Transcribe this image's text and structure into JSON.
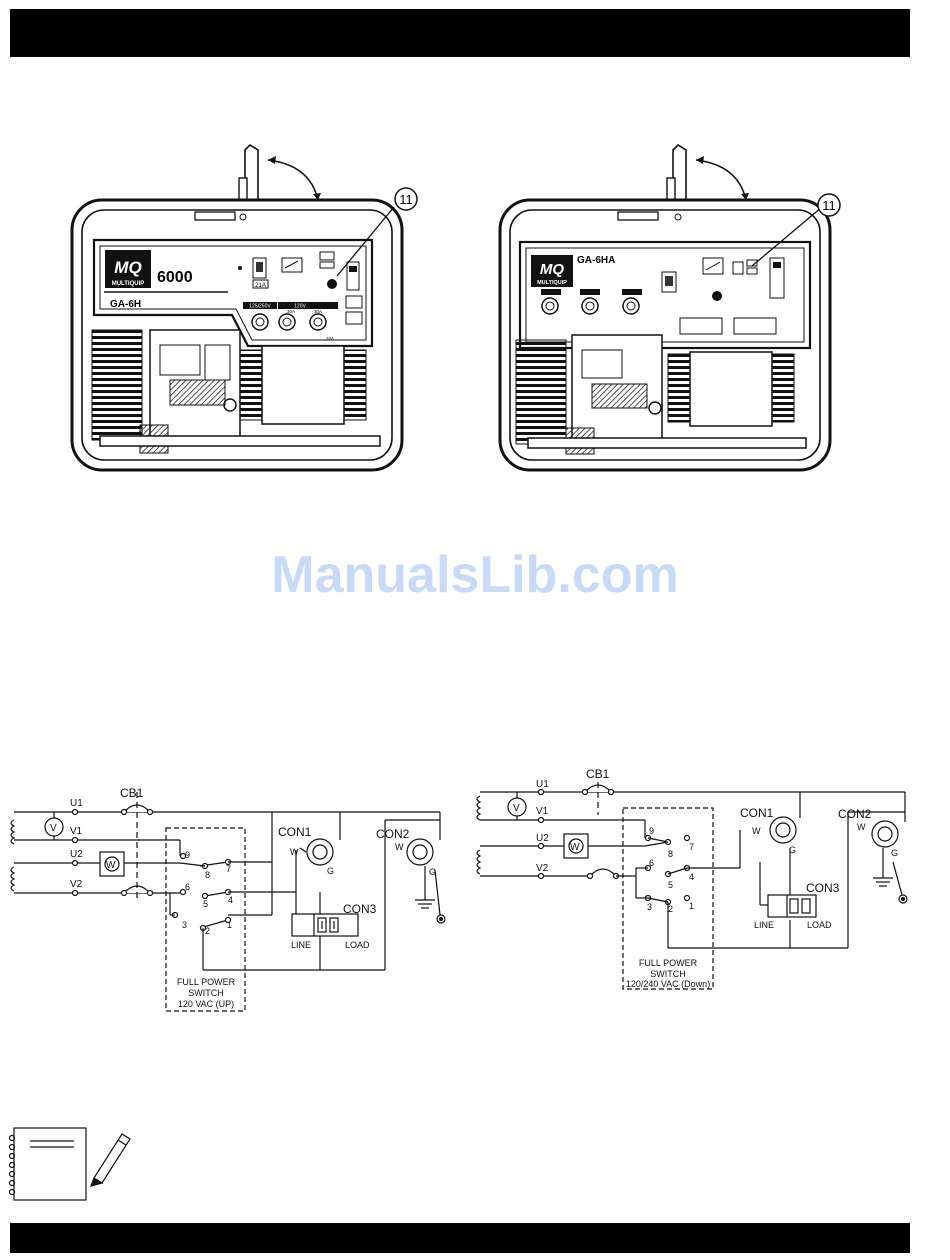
{
  "watermark": "ManualsLib.com",
  "figure_left": {
    "callout": "11",
    "brand": "MQ",
    "brand_sub": "MULTIQUIP",
    "rating": "6000",
    "model": "GA-6H",
    "breaker_label": "21A",
    "outlet_labels": [
      "125/250V",
      "120V",
      "30A",
      "30A",
      "20A"
    ]
  },
  "figure_right": {
    "callout": "11",
    "brand": "MQ",
    "brand_sub": "MULTIQUIP",
    "model": "GA-6HA"
  },
  "diagram_left": {
    "cb": "CB1",
    "terminals": [
      "U1",
      "V1",
      "U2",
      "V2"
    ],
    "meter": "V",
    "winding": "W",
    "switch_numbers": [
      "9",
      "8",
      "7",
      "6",
      "5",
      "4",
      "3",
      "2",
      "1"
    ],
    "con1": "CON1",
    "con2": "CON2",
    "con3": "CON3",
    "w": "W",
    "g": "G",
    "line": "LINE",
    "load": "LOAD",
    "caption": [
      "FULL POWER",
      "SWITCH",
      "120 VAC (UP)"
    ]
  },
  "diagram_right": {
    "cb": "CB1",
    "terminals": [
      "U1",
      "V1",
      "U2",
      "V2"
    ],
    "meter": "V",
    "winding": "W",
    "switch_numbers": [
      "9",
      "8",
      "7",
      "6",
      "5",
      "4",
      "3",
      "2",
      "1"
    ],
    "con1": "CON1",
    "con2": "CON2",
    "con3": "CON3",
    "w": "W",
    "g": "G",
    "line": "LINE",
    "load": "LOAD",
    "caption": [
      "FULL POWER",
      "SWITCH",
      "120/240 VAC (Down)"
    ]
  }
}
